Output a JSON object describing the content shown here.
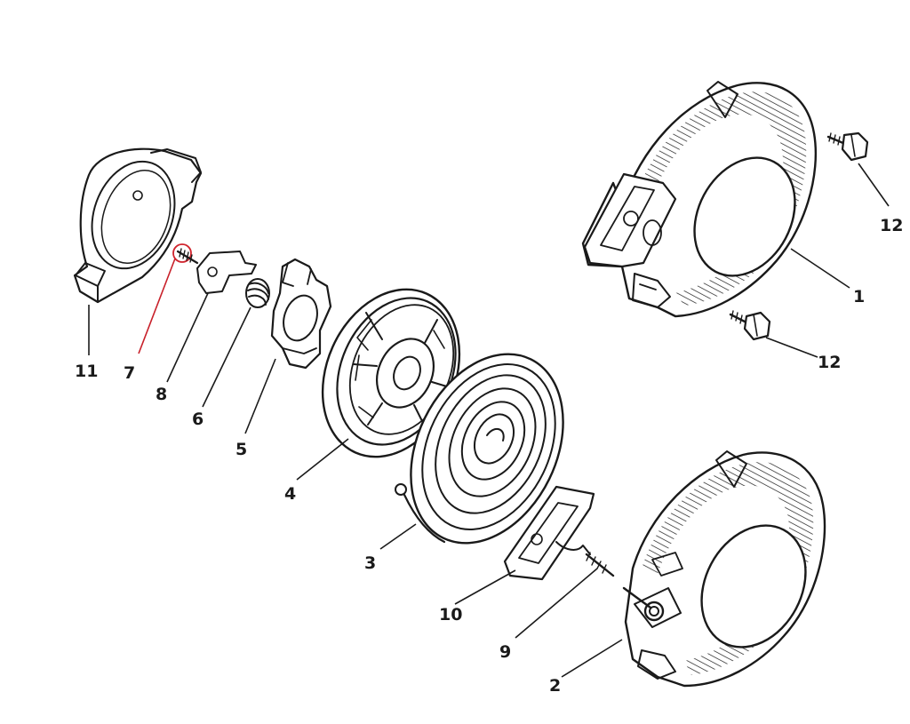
{
  "colors": {
    "ink": "#1a1a1a",
    "highlight": "#d0232c",
    "background": "#ffffff"
  },
  "labels": {
    "p1": "1",
    "p2": "2",
    "p3": "3",
    "p4": "4",
    "p5": "5",
    "p6": "6",
    "p7": "7",
    "p8": "8",
    "p9": "9",
    "p10": "10",
    "p11": "11",
    "p12a": "12",
    "p12b": "12"
  },
  "highlighted_part": "7"
}
